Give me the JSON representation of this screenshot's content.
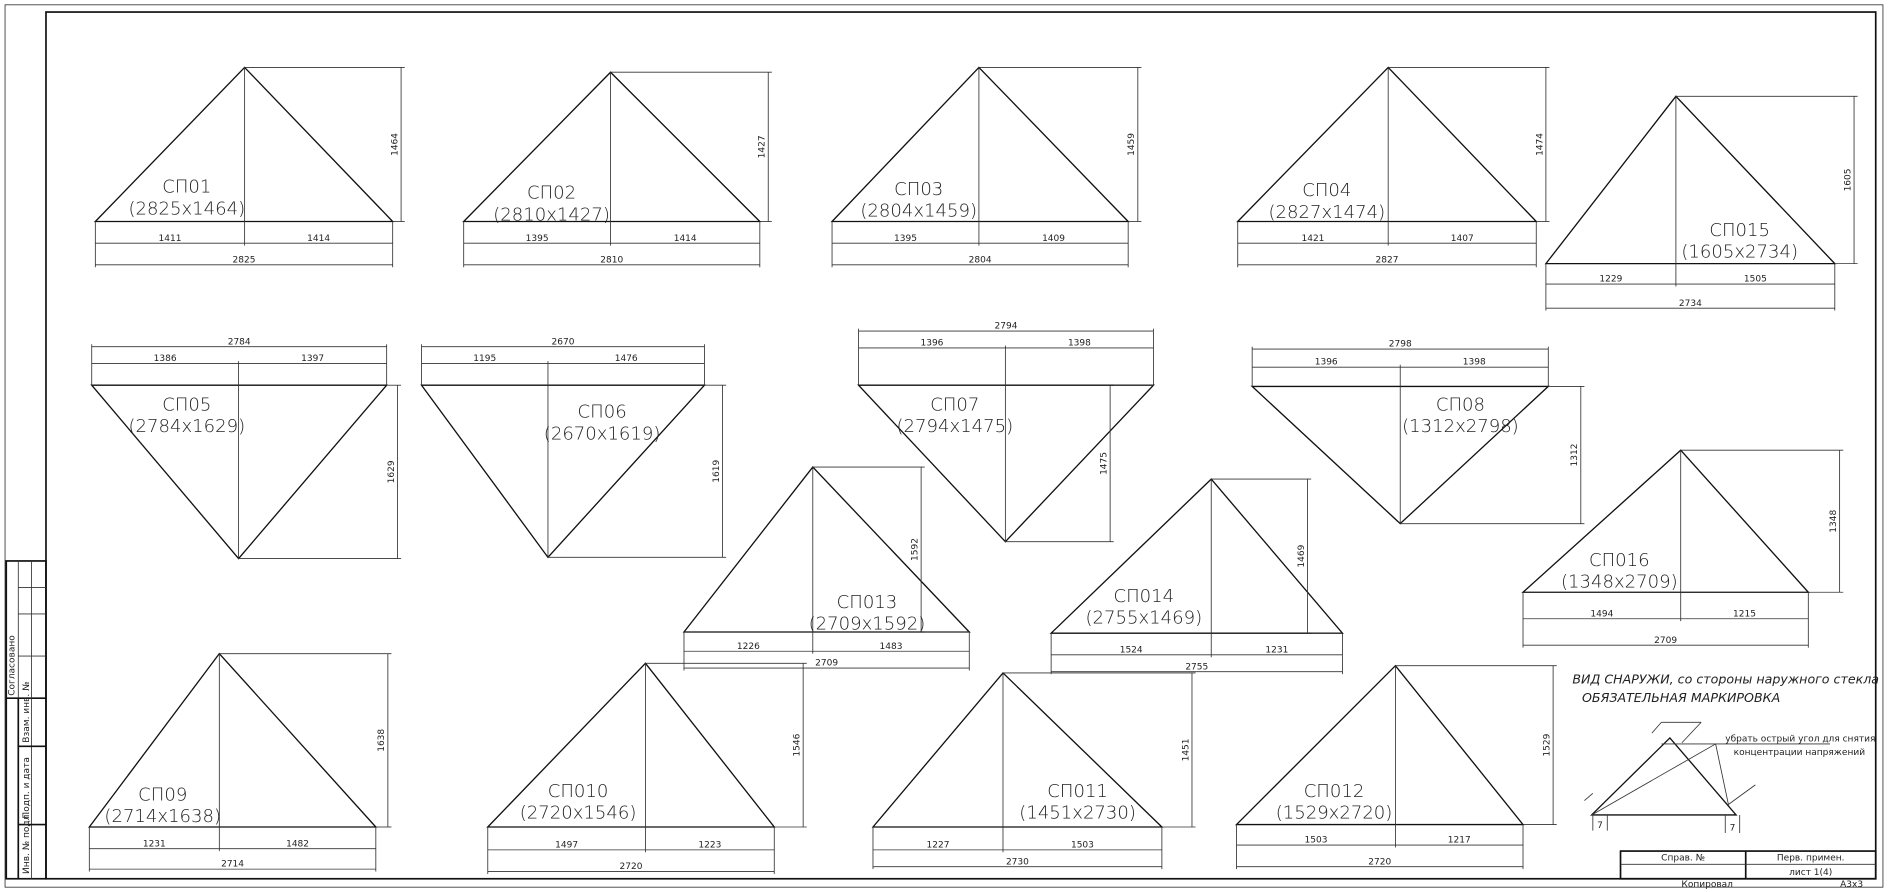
{
  "panels": [
    {
      "name": "СП01",
      "size": "(2825x1464)",
      "left": "1411",
      "right": "1414",
      "total": "2825",
      "height": "1464"
    },
    {
      "name": "СП02",
      "size": "(2810x1427)",
      "left": "1395",
      "right": "1414",
      "total": "2810",
      "height": "1427"
    },
    {
      "name": "СП03",
      "size": "(2804x1459)",
      "left": "1395",
      "right": "1409",
      "total": "2804",
      "height": "1459"
    },
    {
      "name": "СП04",
      "size": "(2827x1474)",
      "left": "1421",
      "right": "1407",
      "total": "2827",
      "height": "1474"
    },
    {
      "name": "СП015",
      "size": "(1605x2734)",
      "left": "1229",
      "right": "1505",
      "total": "2734",
      "height": "1605"
    },
    {
      "name": "СП05",
      "size": "(2784x1629)",
      "left": "1386",
      "right": "1397",
      "total": "2784",
      "height": "1629"
    },
    {
      "name": "СП06",
      "size": "(2670x1619)",
      "left": "1195",
      "right": "1476",
      "total": "2670",
      "height": "1619"
    },
    {
      "name": "СП07",
      "size": "(2794x1475)",
      "left": "1396",
      "right": "1398",
      "total": "2794",
      "height": "1475"
    },
    {
      "name": "СП08",
      "size": "(1312x2798)",
      "left": "1396",
      "right": "1398",
      "total": "2798",
      "height": "1312"
    },
    {
      "name": "СП013",
      "size": "(2709x1592)",
      "left": "1226",
      "right": "1483",
      "total": "2709",
      "height": "1592"
    },
    {
      "name": "СП014",
      "size": "(2755x1469)",
      "left": "1524",
      "right": "1231",
      "total": "2755",
      "height": "1469"
    },
    {
      "name": "СП016",
      "size": "(1348x2709)",
      "left": "1494",
      "right": "1215",
      "total": "2709",
      "height": "1348"
    },
    {
      "name": "СП09",
      "size": "(2714x1638)",
      "left": "1231",
      "right": "1482",
      "total": "2714",
      "height": "1638"
    },
    {
      "name": "СП010",
      "size": "(2720x1546)",
      "left": "1497",
      "right": "1223",
      "total": "2720",
      "height": "1546"
    },
    {
      "name": "СП011",
      "size": "(1451x2730)",
      "left": "1227",
      "right": "1503",
      "total": "2730",
      "height": "1451"
    },
    {
      "name": "СП012",
      "size": "(1529x2720)",
      "left": "1503",
      "right": "1217",
      "total": "2720",
      "height": "1529"
    }
  ],
  "notes": {
    "view": "ВИД СНАРУЖИ, со стороны наружного стекла",
    "marking": "ОБЯЗАТЕЛЬНАЯ МАРКИРОВКА",
    "corner_note_1": "убрать острый угол для снятия",
    "corner_note_2": "концентрации напряжений",
    "corner_dim": "7",
    "edge_dim": "7"
  },
  "title_block": {
    "ref_no": "Справ. №",
    "first_use": "Перв. примен.",
    "sheet": "лист 1(4)",
    "copied": "Копировал",
    "format": "А3х3"
  },
  "side_stamp": {
    "agreed": "Согласовано",
    "inv_replace": "Взам. инв. №",
    "sign_date": "Подп. и дата",
    "inv_orig": "Инв. № подл."
  }
}
